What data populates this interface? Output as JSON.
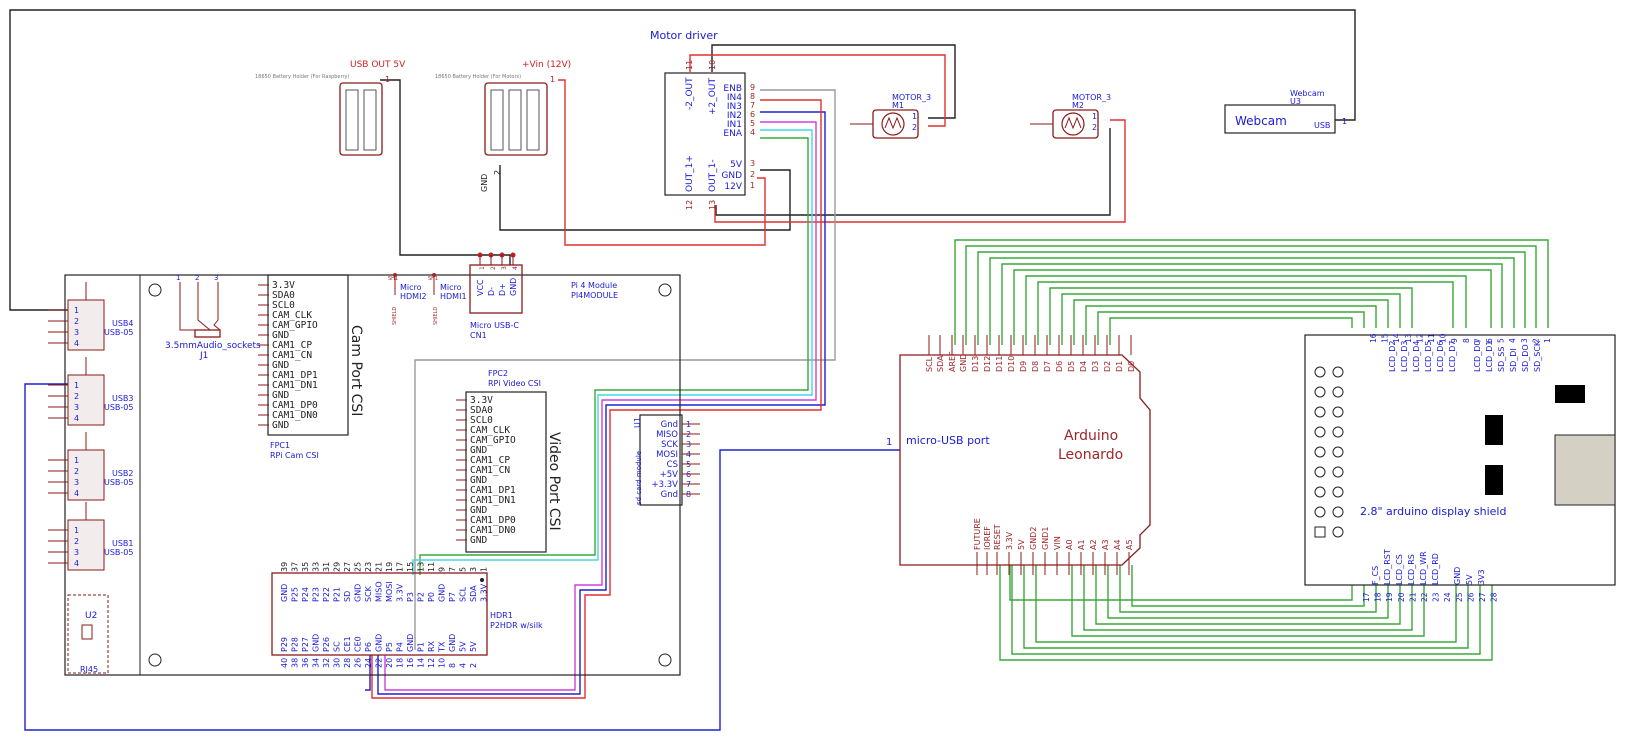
{
  "colors": {
    "wire_black": "#222222",
    "wire_red": "#e03030",
    "wire_green": "#3aa83a",
    "wire_blue": "#2020d0",
    "wire_cyan": "#40d8e0",
    "wire_magenta": "#d040d8",
    "wire_gray": "#9a9a9a",
    "component_outline": "#8b1a1a",
    "label_blue": "#1a1ad6",
    "label_red": "#a0262a"
  },
  "battery_rpi": {
    "net": "USB OUT 5V",
    "caption": "18650 Battery Holder (For Raspberry)",
    "pin": "1"
  },
  "battery_motors": {
    "net": "+Vin (12V)",
    "caption": "18650 Battery Holder (For Motors)",
    "pin1": "1",
    "pin2": "2",
    "gnd": "GND"
  },
  "motor_driver": {
    "title": "Motor driver",
    "out2_neg": "-2_OUT",
    "out2_pos": "+2_OUT",
    "out1_pos": "OUT_1+",
    "out1_neg": "OUT_1-",
    "pin11": "11",
    "pin10": "10",
    "pin12": "12",
    "pin13": "13",
    "right_pins": [
      {
        "name": "ENB",
        "num": "9"
      },
      {
        "name": "IN4",
        "num": "8"
      },
      {
        "name": "IN3",
        "num": "7"
      },
      {
        "name": "IN2",
        "num": "6"
      },
      {
        "name": "IN1",
        "num": "5"
      },
      {
        "name": "ENA",
        "num": "4"
      },
      {
        "name": "5V",
        "num": "3"
      },
      {
        "name": "GND",
        "num": "2"
      },
      {
        "name": "12V",
        "num": "1"
      }
    ]
  },
  "motor1": {
    "name": "MOTOR_3",
    "ref": "M1",
    "p1": "1",
    "p2": "2"
  },
  "motor2": {
    "name": "MOTOR_3",
    "ref": "M2",
    "p1": "1",
    "p2": "2"
  },
  "webcam": {
    "ref_top": "Webcam",
    "ref": "U3",
    "label": "Webcam",
    "pin_name": "USB",
    "pin": "1"
  },
  "pi": {
    "module": "Pi 4 Module",
    "module_id": "PI4MODULE",
    "usb": [
      {
        "name": "USB4",
        "type": "USB-05"
      },
      {
        "name": "USB3",
        "type": "USB-05"
      },
      {
        "name": "USB2",
        "type": "USB-05"
      },
      {
        "name": "USB1",
        "type": "USB-05"
      }
    ],
    "usb_pins": [
      "1",
      "2",
      "3",
      "4"
    ],
    "audio": {
      "name": "3.5mmAudio_sockets",
      "ref": "J1",
      "pins": [
        "1",
        "2",
        "3"
      ]
    },
    "hdmi2": {
      "l1": "Micro",
      "l2": "HDMI2",
      "shield": "SHIELD",
      "pin": "SH1"
    },
    "hdmi1": {
      "l1": "Micro",
      "l2": "HDMI1",
      "shield": "SHIELD",
      "pin": "SH1"
    },
    "usbc": {
      "name": "Micro USB-C",
      "ref": "CN1",
      "pins": [
        "VCC",
        "D-",
        "D+",
        "GND"
      ],
      "nums": [
        "1",
        "2",
        "3",
        "4"
      ]
    },
    "rj45": {
      "ref": "U2",
      "name": "RJ45"
    }
  },
  "cam_csi": {
    "title": "Cam Port CSI",
    "ref": "FPC1",
    "name": "RPi Cam CSI",
    "pins": [
      "3.3V",
      "SDA0",
      "SCL0",
      "CAM_CLK",
      "CAM_GPIO",
      "GND",
      "CAM1_CP",
      "CAM1_CN",
      "GND",
      "CAM1_DP1",
      "CAM1_DN1",
      "GND",
      "CAM1_DP0",
      "CAM1_DN0",
      "GND"
    ]
  },
  "video_csi": {
    "title": "Video Port CSI",
    "ref": "FPC2",
    "name": "RPi Video CSI",
    "pins": [
      "3.3V",
      "SDA0",
      "SCL0",
      "CAM_CLK",
      "CAM_GPIO",
      "GND",
      "CAM1_CP",
      "CAM1_CN",
      "GND",
      "CAM1_DP1",
      "CAM1_DN1",
      "GND",
      "CAM1_DP0",
      "CAM1_DN0",
      "GND"
    ]
  },
  "sd_card": {
    "ref": "U1",
    "name": "sd card module",
    "pins": [
      {
        "name": "Gnd",
        "num": "1"
      },
      {
        "name": "MISO",
        "num": "2"
      },
      {
        "name": "SCK",
        "num": "3"
      },
      {
        "name": "MOSI",
        "num": "4"
      },
      {
        "name": "CS",
        "num": "5"
      },
      {
        "name": "+5V",
        "num": "6"
      },
      {
        "name": "+3.3V",
        "num": "7"
      },
      {
        "name": "Gnd",
        "num": "8"
      }
    ]
  },
  "hdr": {
    "ref": "HDR1",
    "name": "P2HDR w/silk",
    "top_names": [
      "GND",
      "P25",
      "P24",
      "P23",
      "P22",
      "P21",
      "SD",
      "GND",
      "SCK",
      "MISO",
      "MOSI",
      "3.3V",
      "P3",
      "P2",
      "P0",
      "GND",
      "P7",
      "SCL",
      "SDA",
      "3.3V"
    ],
    "top_nums": [
      "39",
      "37",
      "35",
      "33",
      "31",
      "29",
      "27",
      "25",
      "23",
      "21",
      "19",
      "17",
      "15",
      "13",
      "11",
      "9",
      "7",
      "5",
      "3",
      "1"
    ],
    "bottom_names": [
      "P29",
      "P28",
      "P27",
      "GND",
      "P26",
      "SC",
      "CE1",
      "CE0",
      "P6",
      "GND",
      "P5",
      "P4",
      "GND",
      "P1",
      "RX",
      "TX",
      "GND",
      "5V",
      "5V"
    ],
    "bottom_nums": [
      "40",
      "38",
      "36",
      "34",
      "32",
      "30",
      "28",
      "26",
      "24",
      "22",
      "20",
      "18",
      "16",
      "14",
      "12",
      "10",
      "8",
      "4",
      "2"
    ]
  },
  "arduino": {
    "line1": "Arduino",
    "line2": "Leonardo",
    "usb_label": "micro-USB port",
    "usb_pin": "1",
    "top_pins": [
      "SCL",
      "SDA",
      "AREF",
      "GND",
      "D13",
      "D12",
      "D11",
      "D10",
      "D9",
      "D8",
      "D7",
      "D6",
      "D5",
      "D4",
      "D3",
      "D2",
      "D1",
      "D0"
    ],
    "bottom_pins": [
      "FUTURE",
      "IOREF",
      "RESET",
      "3.3V",
      "5V",
      "GND2",
      "GND1",
      "VIN",
      "A0",
      "A1",
      "A2",
      "A3",
      "A4",
      "A5"
    ]
  },
  "display": {
    "label": "2.8\" arduino display shield",
    "top_names": [
      "LCD_D2",
      "LCD_D3",
      "LCD_D4",
      "LCD_D5",
      "LCD_D6",
      "LCD_D7",
      "LCD_D0",
      "LCD_D1",
      "SD_SS",
      "SD_DI",
      "SD_DO",
      "SD_SCK"
    ],
    "top_nums": [
      "16",
      "15",
      "14",
      "13",
      "12",
      "11",
      "10",
      "9",
      "8",
      "7",
      "6",
      "5",
      "4",
      "3",
      "2",
      "1"
    ],
    "bottom_names": [
      "F_CS",
      "LCD_RST",
      "LCD_CS",
      "LCD_RS",
      "LCD_WR",
      "LCD_RD",
      "GND",
      "5V",
      "3V3"
    ],
    "bottom_nums": [
      "17",
      "18",
      "19",
      "20",
      "21",
      "22",
      "23",
      "24",
      "25",
      "26",
      "27",
      "28"
    ]
  }
}
